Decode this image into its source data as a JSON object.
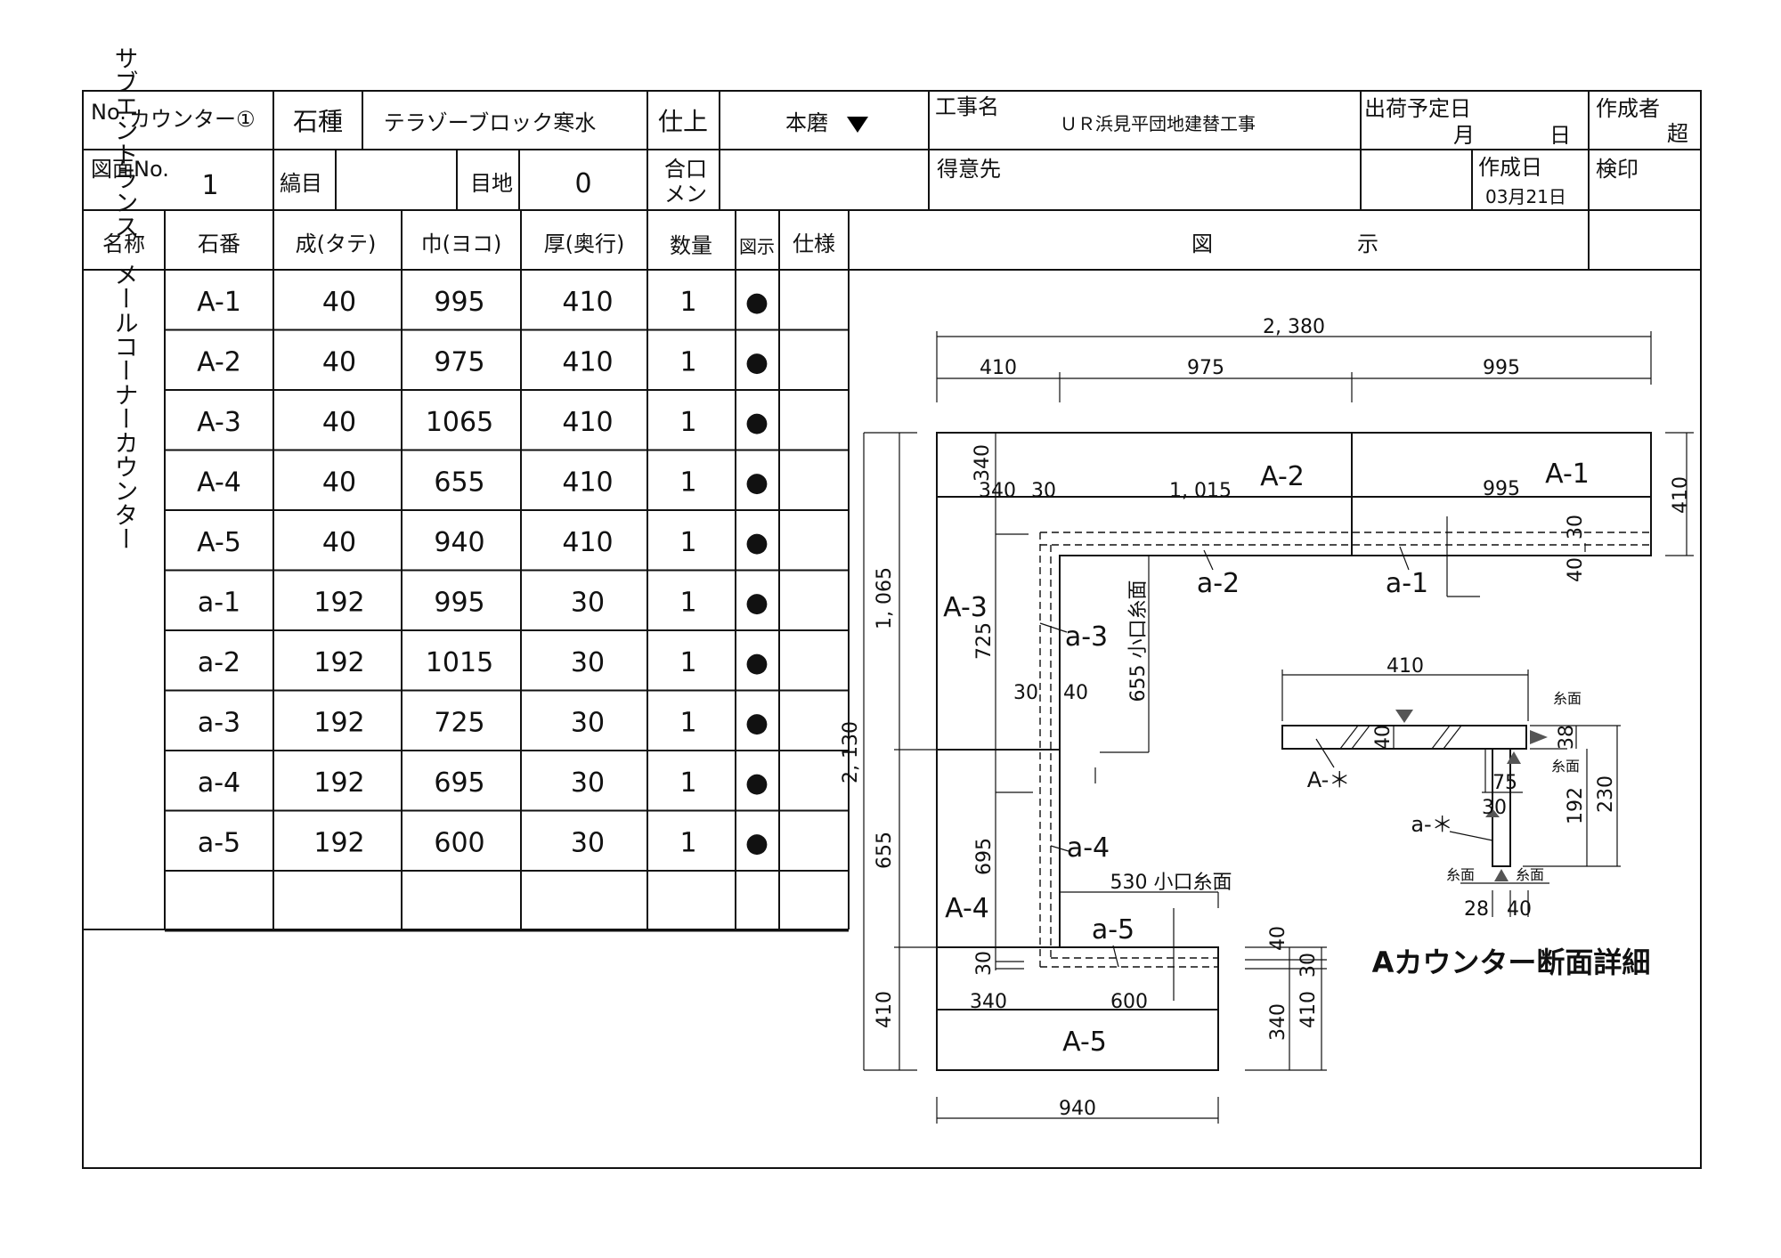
{
  "header": {
    "no_label": "No.",
    "no_value": "カウンター①",
    "stone_label": "石種",
    "stone_value": "テラゾーブロック寒水",
    "finish_label": "仕上",
    "finish_value": "本磨",
    "project_label": "工事名",
    "project_value": "ＵＲ浜見平団地建替工事",
    "ship_label": "出荷予定日",
    "ship_month": "月",
    "ship_day": "日",
    "author_label": "作成者",
    "author_value": "超",
    "drawing_no_label": "図面No.",
    "drawing_no_value": "1",
    "grain_label": "縞目",
    "joint_label": "目地",
    "joint_value": "0",
    "miter_label_1": "合口",
    "miter_label_2": "メン",
    "client_label": "得意先",
    "created_label": "作成日",
    "created_value": "03月21日",
    "seal_label": "検印"
  },
  "table": {
    "columns": [
      "名称",
      "石番",
      "成(タテ)",
      "巾(ヨコ)",
      "厚(奥行)",
      "数量",
      "図示",
      "仕様"
    ],
    "name_vertical": "サブエントランス　メールコーナーカウンター",
    "rows": [
      {
        "id": "A-1",
        "h": "40",
        "w": "995",
        "d": "410",
        "qty": "1",
        "mark": "●"
      },
      {
        "id": "A-2",
        "h": "40",
        "w": "975",
        "d": "410",
        "qty": "1",
        "mark": "●"
      },
      {
        "id": "A-3",
        "h": "40",
        "w": "1065",
        "d": "410",
        "qty": "1",
        "mark": "●"
      },
      {
        "id": "A-4",
        "h": "40",
        "w": "655",
        "d": "410",
        "qty": "1",
        "mark": "●"
      },
      {
        "id": "A-5",
        "h": "40",
        "w": "940",
        "d": "410",
        "qty": "1",
        "mark": "●"
      },
      {
        "id": "a-1",
        "h": "192",
        "w": "995",
        "d": "30",
        "qty": "1",
        "mark": "●"
      },
      {
        "id": "a-2",
        "h": "192",
        "w": "1015",
        "d": "30",
        "qty": "1",
        "mark": "●"
      },
      {
        "id": "a-3",
        "h": "192",
        "w": "725",
        "d": "30",
        "qty": "1",
        "mark": "●"
      },
      {
        "id": "a-4",
        "h": "192",
        "w": "695",
        "d": "30",
        "qty": "1",
        "mark": "●"
      },
      {
        "id": "a-5",
        "h": "192",
        "w": "600",
        "d": "30",
        "qty": "1",
        "mark": "●"
      }
    ]
  },
  "drawing": {
    "title_1": "図",
    "title_2": "示",
    "plan_dims": {
      "total": "2, 380",
      "d410": "410",
      "d975": "975",
      "d995": "995",
      "d340a": "340",
      "d340b": "340",
      "d30a": "30",
      "d1015": "1, 015",
      "d995b": "995",
      "d410r": "410",
      "d30r": "30",
      "d40r": "40",
      "d1065": "1, 065",
      "d2130": "2, 130",
      "d725": "725",
      "d655": "655",
      "d655k": "655 小口糸面",
      "d30b": "30",
      "d40b": "40",
      "d695": "695",
      "d530": "530 小口糸面",
      "d410b": "410",
      "d340c": "340",
      "d600": "600",
      "d30c": "30",
      "d40c": "40",
      "d30d": "30",
      "d340d": "340",
      "d410c": "410",
      "d940": "940"
    },
    "plan_labels": {
      "A1": "A-1",
      "A2": "A-2",
      "A3": "A-3",
      "A4": "A-4",
      "A5": "A-5",
      "a1": "a-1",
      "a2": "a-2",
      "a3": "a-3",
      "a4": "a-4",
      "a5": "a-5"
    },
    "section": {
      "title": "Aカウンター断面詳細",
      "w410": "410",
      "d40": "40",
      "d38": "38",
      "d75": "75",
      "d30": "30",
      "d192": "192",
      "d230": "230",
      "d28": "28",
      "d40b": "40",
      "lbl_A": "A-＊",
      "lbl_a": "a-＊",
      "itomen1": "糸面",
      "itomen2": "糸面",
      "itomen3": "糸面",
      "itomen4": "糸面"
    }
  }
}
